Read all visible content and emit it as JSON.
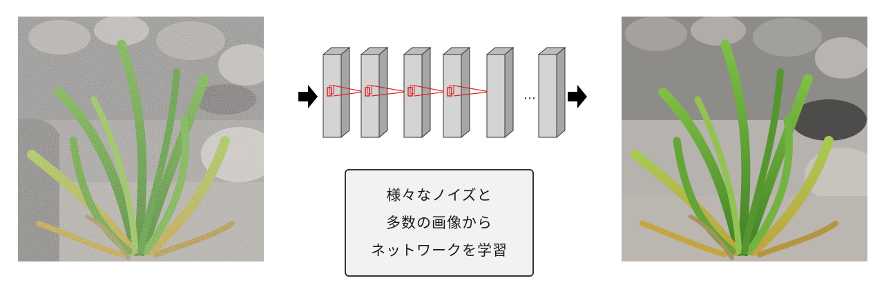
{
  "caption": {
    "lines": [
      "様々なノイズと",
      "多数の画像から",
      "ネットワークを学習"
    ]
  },
  "images": {
    "input": {
      "description_icon": "noisy-plant-photo-icon",
      "noise": true
    },
    "output": {
      "description_icon": "denoised-plant-photo-icon",
      "noise": false
    }
  },
  "network": {
    "layer_count_shown": 6,
    "ellipsis": "⋯",
    "colors": {
      "layer_front": "#d4d4d4",
      "layer_side": "#a6a6a6",
      "layer_top": "#bdbdbd",
      "kernel": "#e02020",
      "arrow": "#000000"
    }
  },
  "colors": {
    "caption_border": "#333333",
    "caption_background": "#f2f2f2",
    "leaf_green": "#4f8f2e",
    "leaf_yellow": "#b9a33a",
    "stone": "#8d8d8d"
  }
}
